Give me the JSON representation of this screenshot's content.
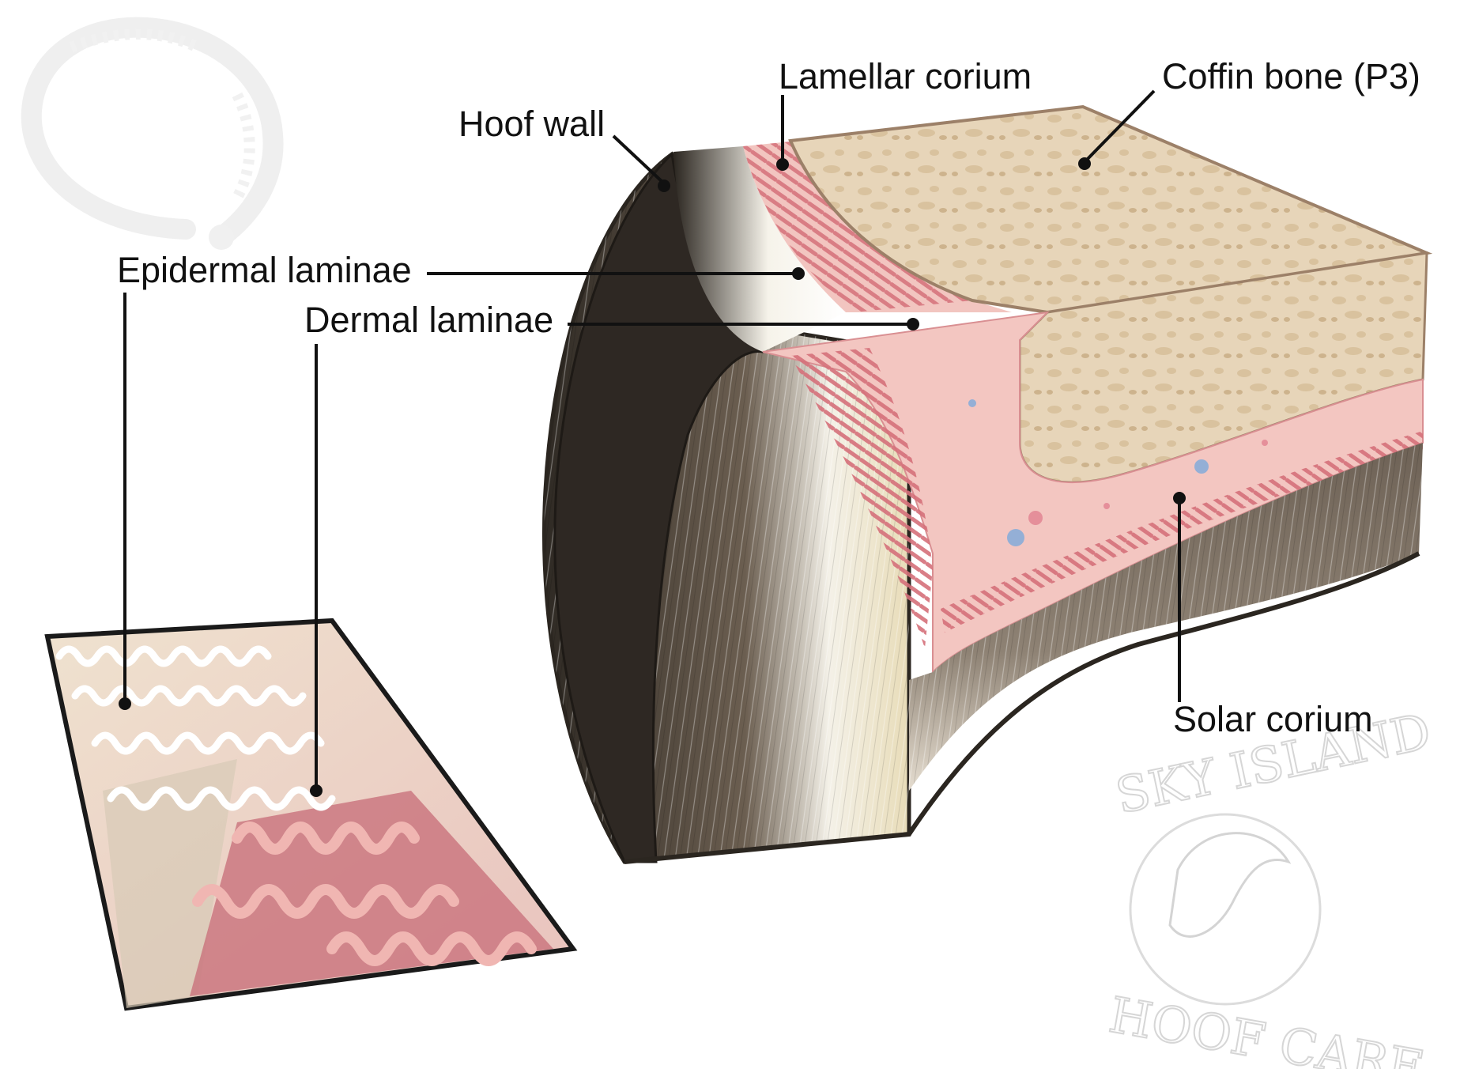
{
  "labels": {
    "lamellar_corium": "Lamellar corium",
    "coffin_bone": "Coffin bone (P3)",
    "hoof_wall": "Hoof wall",
    "epidermal_laminae": "Epidermal laminae",
    "dermal_laminae": "Dermal laminae",
    "solar_corium": "Solar corium"
  },
  "watermark": {
    "top_text": "SKY ISLAND",
    "bottom_text": "HOOF CARE"
  },
  "colors": {
    "hoof_dark": "#3a332c",
    "hoof_light": "#e9e2cf",
    "bone": "#e6d3b6",
    "bone_spots": "#d8c09c",
    "corium_pink": "#f1b9b5",
    "lamina_red": "#c9606a",
    "leader": "#111111"
  }
}
